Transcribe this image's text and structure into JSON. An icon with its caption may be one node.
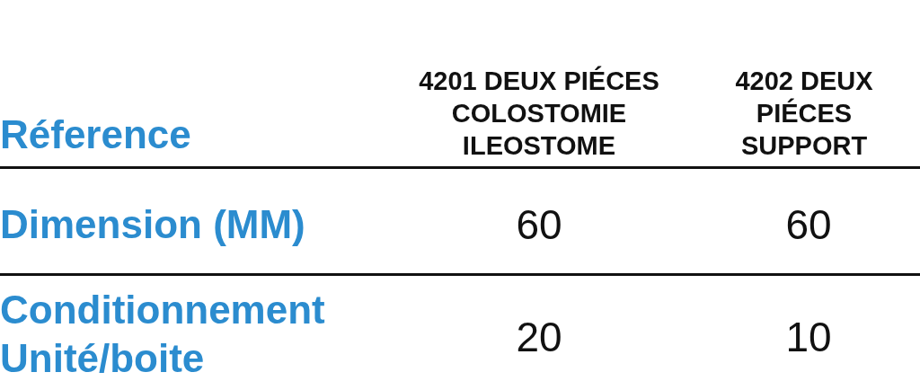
{
  "diagram": {
    "labels": [
      "Réference",
      "4201 DEUX PIÉCES COLOSTOMIE ILEOSTOME",
      "4202 DEUX PIÉCES SUPPORT",
      "Dimension (MM)",
      "60",
      "60",
      "Conditionnement Unité/boite",
      "20",
      "10"
    ]
  }
}
